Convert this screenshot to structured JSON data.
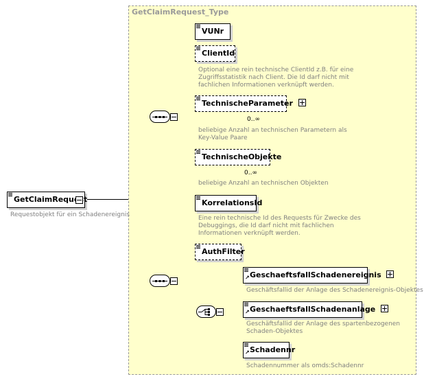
{
  "diagram": {
    "type_name": "GetClaimRequest_Type",
    "root": {
      "name": "GetClaimRequest",
      "doc": "Requestobjekt für ein Schadenereignis"
    },
    "sequence1": {
      "elements": [
        {
          "name": "VUNr",
          "optional": false
        },
        {
          "name": "ClientId",
          "optional": true,
          "doc": [
            "Optional eine rein technische ClientId z.B. für eine",
            "Zugriffsstatistik nach Client. Die Id darf nicht mit",
            "fachlichen Informationen verknüpft werden."
          ]
        },
        {
          "name": "TechnischeParameter",
          "optional": true,
          "cardinality": "0..∞",
          "doc": [
            "beliebige Anzahl an technischen Parametern als",
            "Key-Value Paare"
          ]
        },
        {
          "name": "TechnischeObjekte",
          "optional": true,
          "cardinality": "0..∞",
          "doc": [
            "beliebige Anzahl an technischen Objekten"
          ]
        },
        {
          "name": "KorrelationsId",
          "optional": false,
          "doc": [
            "Eine rein technische Id des Requests für Zwecke des",
            "Debuggings, die Id darf nicht mit fachlichen",
            "Informationen verknüpft werden."
          ]
        }
      ]
    },
    "sequence2": {
      "elements": [
        {
          "name": "AuthFilter",
          "optional": true
        }
      ],
      "choice": [
        {
          "name": "GeschaeftsfallSchadenereignis",
          "doc": [
            "Geschäftsfallid der Anlage des Schadenereignis-Objektes"
          ]
        },
        {
          "name": "GeschaeftsfallSchadenanlage",
          "doc": [
            "Geschäftsfallid der Anlage des spartenbezogenen",
            "Schaden-Objektes"
          ]
        },
        {
          "name": "Schadennr",
          "doc": [
            "Schadennummer als omds:Schadennr"
          ]
        }
      ]
    }
  }
}
